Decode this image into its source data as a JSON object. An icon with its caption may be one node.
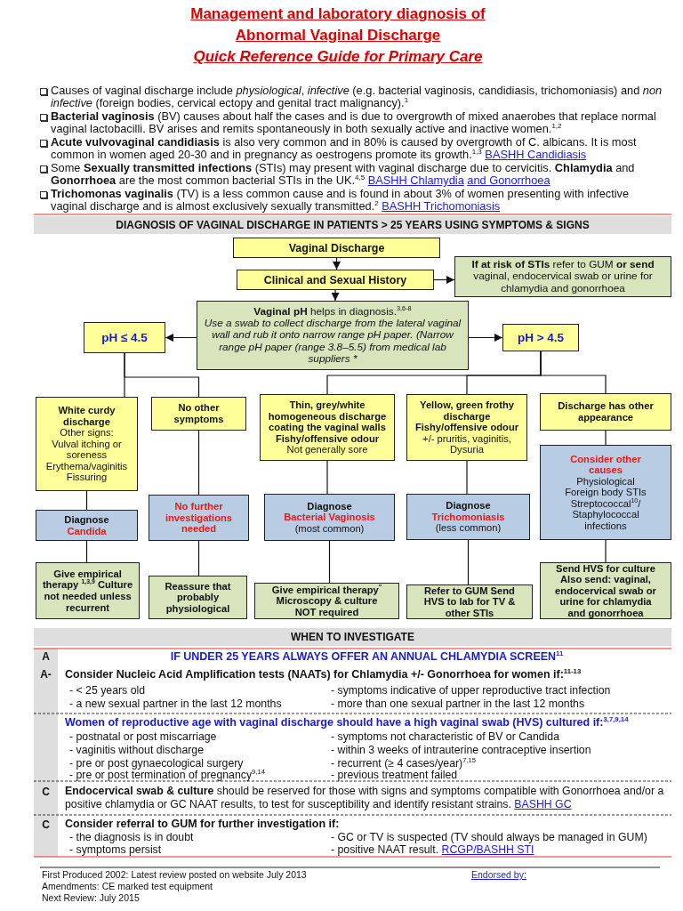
{
  "diagram": {
    "title": "Management and laboratory diagnosis of Abnormal Vaginal Discharge",
    "nodes": [
      {
        "text": [
          "Vaginal Discharge"
        ]
      },
      {
        "text": [
          "Clinical and Sexual History"
        ]
      },
      {
        "text": [
          "**If at risk of STIs** refer to GUM **or send** vaginal, endocervical swab or urine for chlamydia and gonorrhoea"
        ]
      },
      {
        "text": [
          "**Vaginal pH** helps in diagnosis.$^{3,6-8}$",
          "Use a swab to collect discharge from the lateral vaginal wall and rub it onto narrow range pH paper. (Narrow range pH paper (range 3.8–5.5) from medical lab suppliers *"
        ]
      },
      {
        "text": [
          "pH ≤ 4.5"
        ]
      },
      {
        "text": [
          "pH > 4.5"
        ]
      },
      {
        "text": [
          "White curdy discharge",
          "Other signs: Vulval itching or soreness Erythema/vaginitis Fissuring"
        ]
      },
      {
        "text": [
          "No other symptoms"
        ]
      },
      {
        "text": [
          "Thin, grey/white homogeneous discharge coating the vaginal walls Fishy/offensive odour",
          "Not generally sore"
        ]
      },
      {
        "text": [
          "Yellow, green frothy discharge Fishy/offensive odour",
          "+/- pruritis, vaginitis, Dysuria"
        ]
      },
      {
        "text": [
          "Discharge has other appearance"
        ]
      },
      {
        "text": [
          "Diagnose",
          "Candida"
        ]
      },
      {
        "text": [
          "No further investigations needed"
        ]
      },
      {
        "text": [
          "Diagnose",
          "Bacterial Vaginosis",
          "(most common)"
        ]
      },
      {
        "text": [
          "Diagnose",
          "Trichomoniasis",
          "(less common)"
        ]
      },
      {
        "text": [
          "Consider other causes",
          "Physiological Foreign body STIs Streptococcal$^{10}$/ Staphylococcal infections"
        ]
      },
      {
        "text": [
          "Give empirical therapy $^{1,3,9}$ Culture not needed unless recurrent"
        ]
      },
      {
        "text": [
          "Reassure that probably physiological"
        ]
      },
      {
        "text": [
          "Give empirical therapy$^{″}$ Microscopy & culture NOT required"
        ]
      },
      {
        "text": [
          "Refer to GUM Send HVS to lab for TV & other STIs"
        ]
      },
      {
        "text": [
          "Send HVS for culture Also send: vaginal, endocervical swab or urine for chlamydia and gonorrhoea"
        ]
      }
    ],
    "edges": [
      {
        "from": 0,
        "to": 1,
        "arrow": "to"
      },
      {
        "from": 1,
        "to": 2,
        "arrow": "to"
      },
      {
        "from": 1,
        "to": 3,
        "arrow": "to"
      },
      {
        "from": 3,
        "to": 4,
        "arrow": "to"
      },
      {
        "from": 3,
        "to": 5,
        "arrow": "to"
      },
      {
        "from": 4,
        "to": 6,
        "arrow": "none"
      },
      {
        "from": 4,
        "to": 7,
        "arrow": "none"
      },
      {
        "from": 5,
        "to": 8,
        "arrow": "none"
      },
      {
        "from": 5,
        "to": 9,
        "arrow": "none"
      },
      {
        "from": 5,
        "to": 10,
        "arrow": "none"
      },
      {
        "from": 6,
        "to": 11,
        "arrow": "none"
      },
      {
        "from": 11,
        "to": 16,
        "arrow": "none"
      },
      {
        "from": 7,
        "to": 12,
        "arrow": "none"
      },
      {
        "from": 12,
        "to": 17,
        "arrow": "none"
      },
      {
        "from": 8,
        "to": 13,
        "arrow": "none"
      },
      {
        "from": 13,
        "to": 18,
        "arrow": "none"
      },
      {
        "from": 9,
        "to": 14,
        "arrow": "none"
      },
      {
        "from": 14,
        "to": 19,
        "arrow": "none"
      },
      {
        "from": 10,
        "to": 15,
        "arrow": "none"
      },
      {
        "from": 15,
        "to": 20,
        "arrow": "none"
      }
    ],
    "labels": [
      "Quick Reference Guide for Primary Care",
      "Causes of vaginal discharge include *physiological*, *infective* (e.g. bacterial vaginosis, candidiasis, trichomoniasis) and *non infective* (foreign bodies, cervical ectopy and genital tract malignancy).$^{1}$",
      "**Bacterial vaginosis** (BV) causes about half the cases and is due to overgrowth of mixed anaerobes that replace normal vaginal lactobacilli. BV arises and remits spontaneously in both sexually active and inactive women.$^{1,2}$",
      "**Acute vulvovaginal candidiasis** is also very common and in 80% is caused by overgrowth of C. albicans. It is most common in women aged 20-30 and in pregnancy as oestrogens promote its growth.$^{1,3}$",
      "BASHH Candidiasis",
      "Some **Sexually transmitted infections** (STIs) may present with vaginal discharge due to cervicitis. **Chlamydia** and **Gonorrhoea** are the most common bacterial STIs in the UK.$^{4,5}$",
      "BASHH Chlamydia",
      "and Gonorrhoea",
      "**Trichomonas vaginalis** (TV) is a less common cause and is found in about 3% of women presenting with infective vaginal discharge and is almost exclusively sexually transmitted.$^{2}$",
      "BASHH Trichomoniasis",
      "DIAGNOSIS OF VAGINAL DISCHARGE IN PATIENTS > 25 YEARS USING SYMPTOMS & SIGNS",
      "WHEN TO INVESTIGATE",
      "A",
      "IF UNDER 25 YEARS ALWAYS OFFER AN ANNUAL CHLAMYDIA SCREEN$^{11}$",
      "A-",
      "Consider Nucleic Acid Amplification tests (NAATs) for Chlamydia +/- Gonorrhoea for women if:$^{11-13}$",
      "- < 25 years old",
      "- symptoms indicative of upper reproductive tract infection",
      "- a new sexual partner in the last 12 months",
      "- more than one sexual partner in the last 12 months",
      "Women of reproductive age with vaginal discharge should have a high vaginal swab (HVS) cultured if:$^{3,7,9,14}$",
      "- postnatal or post miscarriage",
      "- symptoms not characteristic of BV or Candida",
      "- vaginitis without discharge",
      "- within 3 weeks of intrauterine contraceptive insertion",
      "- pre or post gynaecological surgery",
      "- recurrent (≥ 4 cases/year)$^{7,15}$",
      "- pre or post termination of pregnancy$^{9,14}$",
      "- previous treatment failed",
      "C",
      "**Endocervical swab & culture** should be reserved for those with signs and symptoms compatible with Gonorrhoea and/or a positive chlamydia or GC NAAT results, to test for susceptibility and identify resistant strains.",
      "BASHH GC",
      "C",
      "Consider referral to GUM for further investigation if:",
      "- the diagnosis is in doubt",
      "- GC or TV is suspected (TV should always be managed in GUM)",
      "- symptoms persist",
      "- positive NAAT result.",
      "RCGP/BASHH STI",
      "First Produced 2002: Latest review posted on website July 2013",
      "Amendments: CE marked test equipment",
      "Next Review: July 2015",
      "Endorsed by:"
    ]
  }
}
